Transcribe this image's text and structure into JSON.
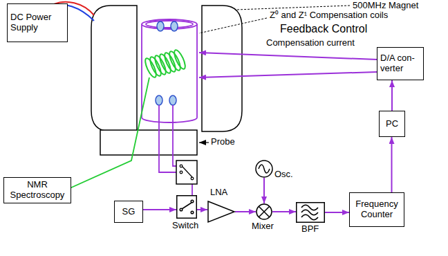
{
  "diagram": {
    "nodes": [
      {
        "text": [
          "DC Power Supply"
        ]
      },
      {
        "text": [
          "NMR Spectroscopy"
        ]
      },
      {
        "text": [
          "SG"
        ]
      },
      {
        "text": [
          "Switch"
        ]
      },
      {
        "text": [
          "LNA"
        ]
      },
      {
        "text": [
          "Mixer"
        ]
      },
      {
        "text": [
          "Osc."
        ]
      },
      {
        "text": [
          "BPF"
        ]
      },
      {
        "text": [
          "Frequency Counter"
        ]
      },
      {
        "text": [
          "PC"
        ]
      },
      {
        "text": [
          "D/A con- verter"
        ]
      }
    ],
    "edges": [
      {
        "from": 2,
        "to": 3,
        "arrow": "to"
      },
      {
        "from": 3,
        "to": 4,
        "arrow": "to"
      },
      {
        "from": 4,
        "to": 5,
        "arrow": "to"
      },
      {
        "from": 6,
        "to": 5,
        "arrow": "to"
      },
      {
        "from": 5,
        "to": 7,
        "arrow": "to"
      },
      {
        "from": 7,
        "to": 8,
        "arrow": "to"
      },
      {
        "from": 8,
        "to": 9,
        "arrow": "to"
      },
      {
        "from": 9,
        "to": 10,
        "arrow": "to"
      }
    ],
    "labels": [
      "500MHz Magnet",
      "Z⁰ and Z¹ Compensation coils",
      "Feedback Control",
      "Compensation current",
      "Probe"
    ]
  }
}
